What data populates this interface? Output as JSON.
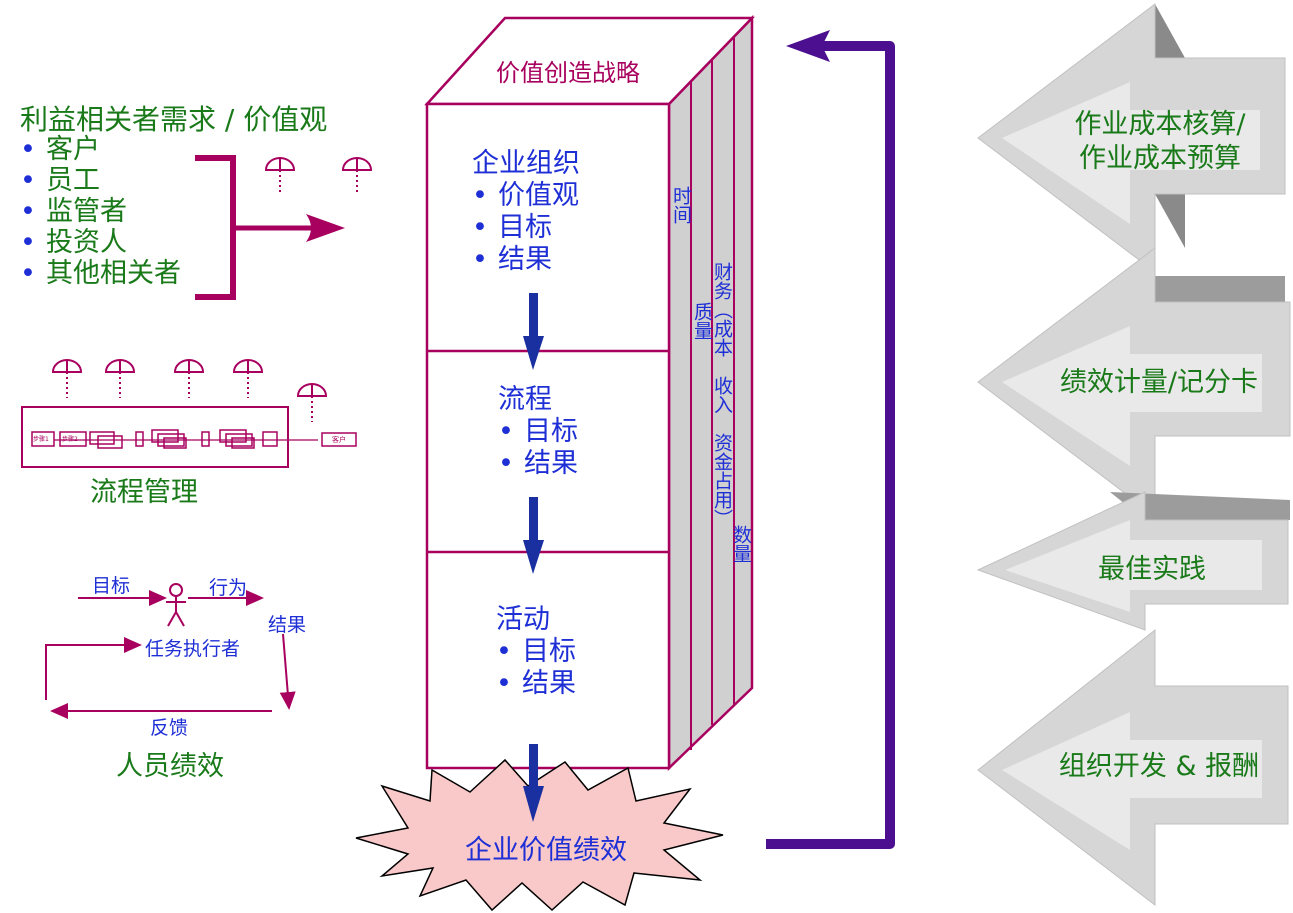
{
  "stakeholders": {
    "title": "利益相关者需求 / 价值观",
    "items": [
      "客户",
      "员工",
      "监管者",
      "投资人",
      "其他相关者"
    ],
    "bullet": "•"
  },
  "process_mgmt": {
    "label": "流程管理",
    "step_tag_1": "步骤1",
    "step_tag_2": "步骤2",
    "customer_tag": "客户"
  },
  "people": {
    "goal": "目标",
    "behavior": "行为",
    "result": "结果",
    "performer": "任务执行者",
    "feedback": "反馈",
    "label": "人员绩效"
  },
  "pillar": {
    "top_label": "价值创造战略",
    "enterprise": {
      "title": "企业组织",
      "items": [
        "价值观",
        "目标",
        "结果"
      ]
    },
    "process": {
      "title": "流程",
      "items": [
        "目标",
        "结果"
      ]
    },
    "activity": {
      "title": "活动",
      "items": [
        "目标",
        "结果"
      ]
    },
    "side_time": "时间",
    "side_quality": "质量",
    "side_finance": "财务（成本　收入　资金占用）",
    "side_quantity": "数量"
  },
  "burst_label": "企业价值绩效",
  "right_arrows": {
    "a1_line1": "作业成本核算/",
    "a1_line2": "作业成本预算",
    "a2": "绩效计量/记分卡",
    "a3": "最佳实践",
    "a4": "组织开发 & 报酬"
  },
  "colors": {
    "green": "#1a7a1a",
    "blue": "#1f2fd6",
    "maroon": "#a8005e",
    "dark_blue_arrow": "#1a2fa0",
    "purple_arrow": "#4b0f8f",
    "burst_fill": "#f9c9c9",
    "side_fill": "#d0d0d0",
    "arrow_grey": "#c8c8c8"
  }
}
